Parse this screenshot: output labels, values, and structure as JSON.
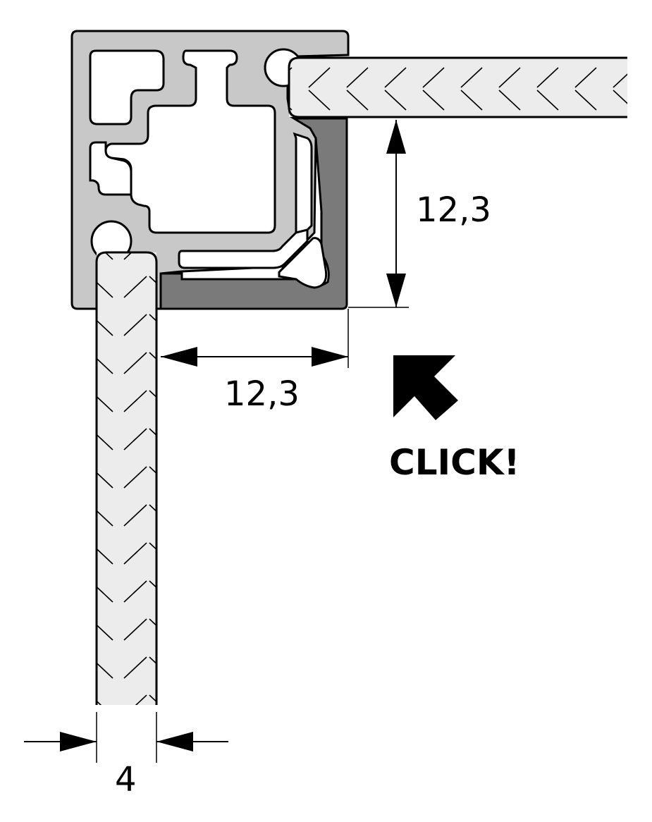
{
  "labels": {
    "dim_vertical": "12,3",
    "dim_horizontal": "12,3",
    "dim_thickness": "4",
    "action": "CLICK!"
  },
  "colors": {
    "profile_light": "#c8c8c8",
    "profile_dark": "#7a7a7a",
    "panel_fill": "#ececec",
    "outline": "#000000",
    "background": "#ffffff"
  },
  "icons": {
    "action_arrow": "arrow-up-left-icon"
  }
}
